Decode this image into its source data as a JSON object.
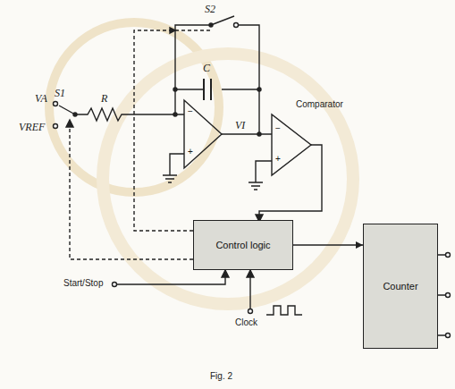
{
  "diagram": {
    "nodes": [
      {
        "text": [
          "Control logic"
        ]
      },
      {
        "text": [
          "Counter"
        ]
      }
    ],
    "edges": [
      {
        "from": 0,
        "to": 1,
        "arrow": "to"
      }
    ],
    "labels": [
      "S2",
      "C",
      "VA",
      "S1",
      "VREF",
      "R",
      "VI",
      "Comparator",
      "−",
      "+",
      "−",
      "+",
      "Start/Stop",
      "Clock",
      "Fig. 2"
    ]
  }
}
